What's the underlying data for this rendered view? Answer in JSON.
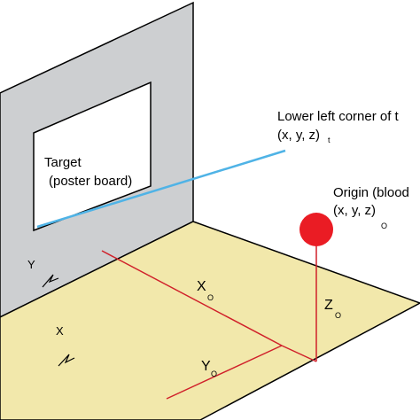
{
  "colors": {
    "wall": "#cdcfd1",
    "floor": "#f2e8ab",
    "poster": "#ffffff",
    "outline": "#000000",
    "red_line": "#d0202a",
    "blue_line": "#4fb3e6",
    "droplet": "#ea1c24"
  },
  "labels": {
    "target_line1": "Target",
    "target_line2": "(poster board)",
    "corner_line1": "Lower left corner of t",
    "corner_line2": "(x, y, z)",
    "corner_sub": "t",
    "origin_line1": "Origin (blood",
    "origin_line2": "(x, y, z)",
    "origin_sub": "O",
    "xo": "X",
    "xo_sub": "O",
    "yo": "Y",
    "yo_sub": "O",
    "zo": "Z",
    "zo_sub": "O",
    "axis_x": "X",
    "axis_y": "Y"
  },
  "icons": {
    "blood_droplet": "circle-icon"
  }
}
